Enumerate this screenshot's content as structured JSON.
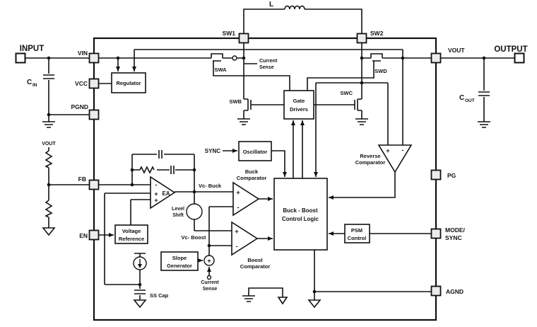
{
  "diagram": {
    "colors": {
      "line": "#111111",
      "pad_fill": "#ececec",
      "background": "#ffffff"
    },
    "external": {
      "input_label": "INPUT",
      "output_label": "OUTPUT",
      "inductor_label": "L",
      "cin_main": "C",
      "cin_sub": "IN",
      "cout_main": "C",
      "cout_sub": "OUT",
      "vout_divider_label": "VOUT",
      "ss_cap_label": "SS Cap"
    },
    "pins": {
      "vin": "VIN",
      "vcc": "VCC",
      "pgnd": "PGND",
      "fb": "FB",
      "en": "EN",
      "sw1": "SW1",
      "sw2": "SW2",
      "vout": "VOUT",
      "pg": "PG",
      "mode_sync_line1": "MODE/",
      "mode_sync_line2": "SYNC",
      "agnd": "AGND"
    },
    "blocks": {
      "regulator": "Regulator",
      "oscillator": "Oscillator",
      "gate_drivers_line1": "Gate",
      "gate_drivers_line2": "Drivers",
      "control_logic_line1": "Buck - Boost",
      "control_logic_line2": "Control Logic",
      "psm_line1": "PSM",
      "psm_line2": "Control",
      "vref_line1": "Voltage",
      "vref_line2": "Reference",
      "slope_line1": "Slope",
      "slope_line2": "Generator"
    },
    "amplifiers": {
      "ea": "EA",
      "buck_comp_line1": "Buck",
      "buck_comp_line2": "Comparator",
      "boost_comp_line1": "Boost",
      "boost_comp_line2": "Comparator",
      "rev_comp_line1": "Reverse",
      "rev_comp_line2": "Comparator"
    },
    "signals": {
      "sync": "SYNC",
      "vc_buck": "Vc- Buck",
      "vc_boost": "Vc- Boost",
      "level_shift_line1": "Level",
      "level_shift_line2": "Shift",
      "current_sense_top_line1": "Current",
      "current_sense_top_line2": "Sense",
      "current_sense_bot_line1": "Current",
      "current_sense_bot_line2": "Sense",
      "swa": "SWA",
      "swb": "SWB",
      "swc": "SWC",
      "swd": "SWD",
      "plus": "+",
      "minus": "-"
    }
  }
}
